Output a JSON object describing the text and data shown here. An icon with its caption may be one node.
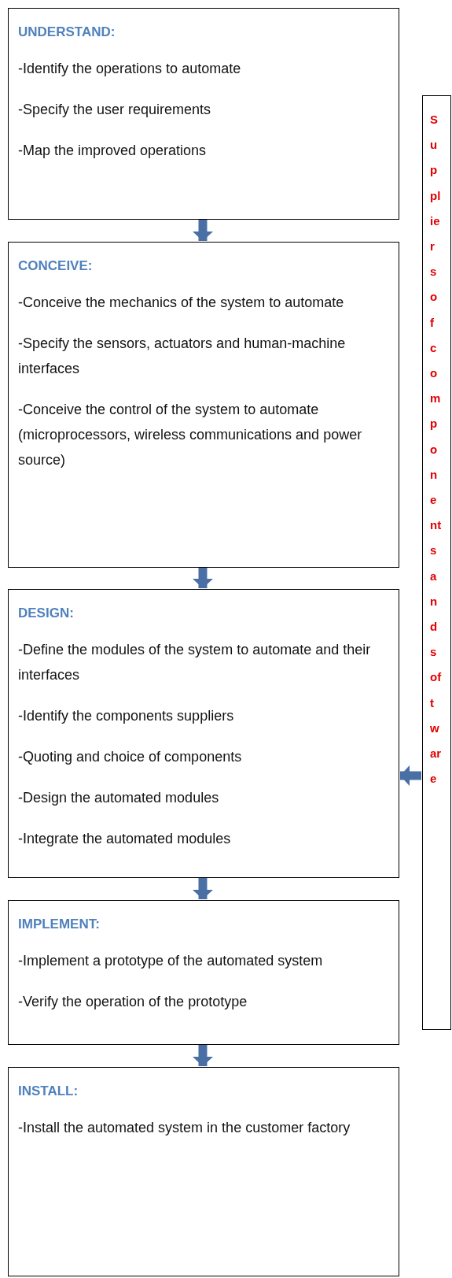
{
  "diagram": {
    "nodes": [
      {
        "text": [
          "UNDERSTAND:",
          "-Identify the operations to automate",
          "-Specify the user requirements",
          "-Map the improved operations"
        ]
      },
      {
        "text": [
          "CONCEIVE:",
          "-Conceive the mechanics of the system to automate",
          "-Specify the sensors, actuators and human-machine interfaces",
          "-Conceive the control of the system to automate (microprocessors, wireless communications and power source)"
        ]
      },
      {
        "text": [
          "DESIGN:",
          "-Define the modules of the system to automate and their interfaces",
          "-Identify the components suppliers",
          "-Quoting and choice of components",
          "-Design the automated modules",
          "-Integrate the automated modules"
        ]
      },
      {
        "text": [
          "IMPLEMENT:",
          "-Implement a prototype of the automated system",
          "-Verify the operation of the prototype"
        ]
      },
      {
        "text": [
          "INSTALL:",
          "-Install the automated system in the customer factory"
        ]
      },
      {
        "text": [
          "Suppliers of components and software"
        ]
      }
    ],
    "edges": [
      {
        "from": 0,
        "to": 1,
        "arrow": "to"
      },
      {
        "from": 1,
        "to": 2,
        "arrow": "to"
      },
      {
        "from": 2,
        "to": 3,
        "arrow": "to"
      },
      {
        "from": 3,
        "to": 4,
        "arrow": "to"
      },
      {
        "from": 5,
        "to": 2,
        "arrow": "to"
      }
    ]
  }
}
